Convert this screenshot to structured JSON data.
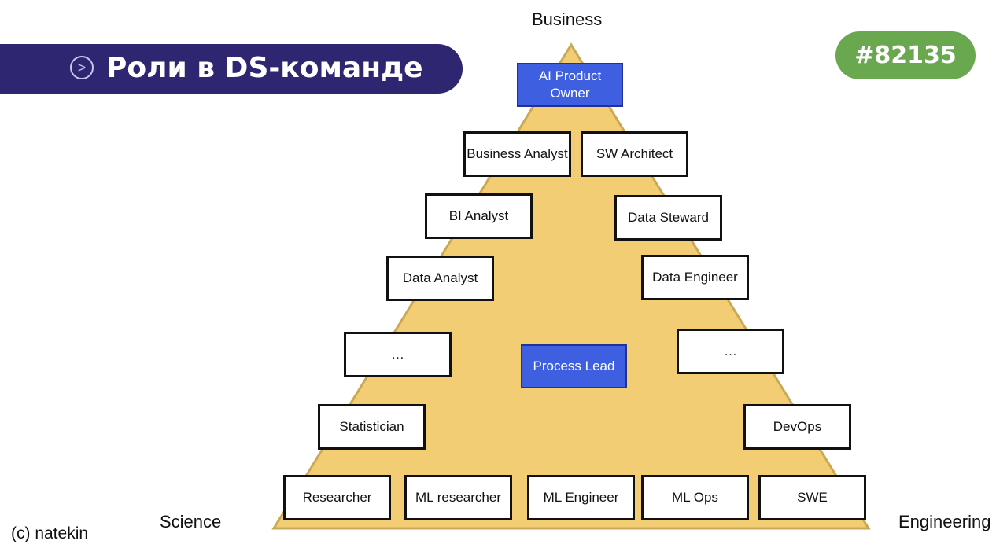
{
  "title": "Роли в DS-команде",
  "badge": "#82135",
  "labels": {
    "top": "Business",
    "left": "Science",
    "right": "Engineering",
    "credit": "(c) natekin"
  },
  "colors": {
    "banner": "#2e2670",
    "badge": "#6aa84f",
    "pyramid": "#f2cd73",
    "highlight": "#3d5fe0"
  },
  "roles": {
    "ai_product_owner": "AI Product Owner",
    "business_analyst": "Business Analyst",
    "sw_architect": "SW Architect",
    "bi_analyst": "BI Analyst",
    "data_steward": "Data Steward",
    "data_analyst": "Data Analyst",
    "data_engineer": "Data Engineer",
    "ellipsis_left": "…",
    "process_lead": "Process Lead",
    "ellipsis_right": "…",
    "statistician": "Statistician",
    "devops": "DevOps",
    "researcher": "Researcher",
    "ml_researcher": "ML researcher",
    "ml_engineer": "ML Engineer",
    "ml_ops": "ML Ops",
    "swe": "SWE"
  }
}
